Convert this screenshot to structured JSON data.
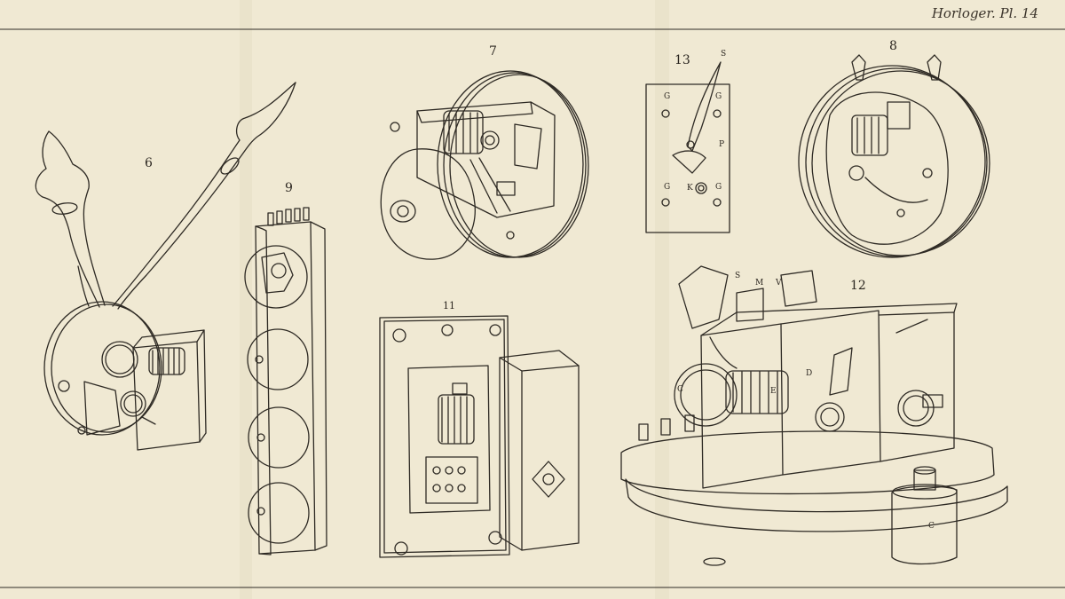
{
  "plate": {
    "header": "Horloger. Pl. 14",
    "figures": [
      {
        "number": "6",
        "subject": "clock hands with motion works"
      },
      {
        "number": "7",
        "subject": "electric bell"
      },
      {
        "number": "8",
        "subject": "round electric bell"
      },
      {
        "number": "9",
        "subject": "strip of push buttons"
      },
      {
        "number": "11",
        "subject": "relay box with open case"
      },
      {
        "number": "12",
        "subject": "electric clock mechanism on base"
      },
      {
        "number": "13",
        "subject": "switch plate"
      }
    ],
    "letters": {
      "fig13": [
        "S",
        "G",
        "G",
        "P",
        "G",
        "K",
        "G"
      ],
      "fig12": [
        "S",
        "M",
        "V",
        "C",
        "E",
        "D",
        "C"
      ]
    }
  }
}
